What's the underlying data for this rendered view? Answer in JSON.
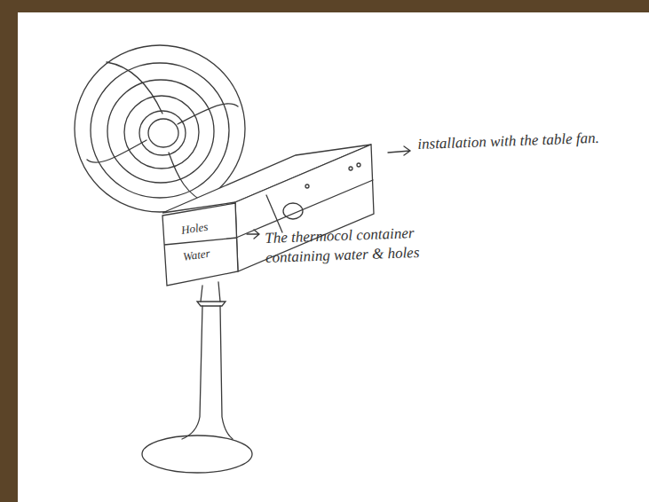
{
  "diagram": {
    "nodes": [
      {
        "text": [
          "Holes",
          "Water"
        ]
      }
    ],
    "labels": [
      "installation with the table fan.",
      "The thermocol container containing water & holes"
    ]
  }
}
